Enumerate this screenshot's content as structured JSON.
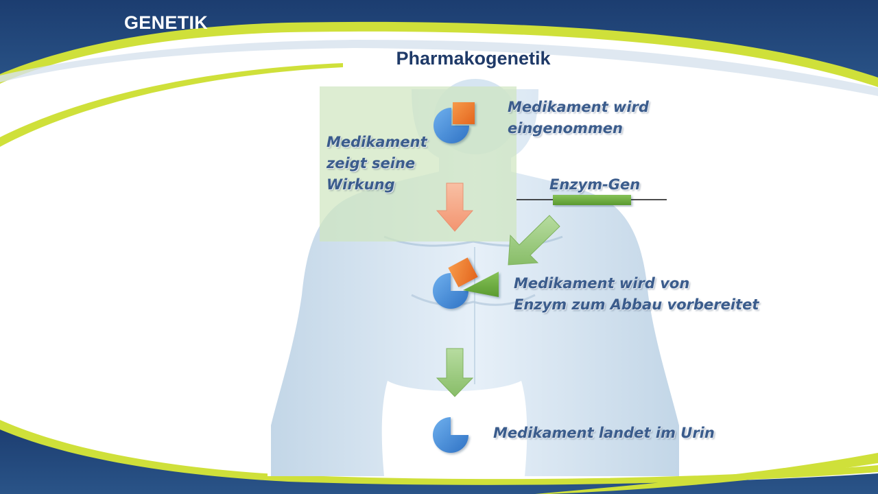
{
  "header": {
    "section_title": "GENETIK",
    "slide_title": "Pharmakogenetik"
  },
  "diagram": {
    "labels": {
      "intake": "Medikament wird\neingenommen",
      "effect": "Medikament\nzeigt seine\nWirkung",
      "enzyme_gene": "Enzym-Gen",
      "preparation": "Medikament wird von\nEnzym zum Abbau vorbereitet",
      "excretion": "Medikament landet im Urin"
    }
  },
  "colors": {
    "banner_navy": "#22467a",
    "banner_lime": "#cfe03a",
    "title_navy": "#1f3a68",
    "label_blue": "#3b5c8c",
    "drug_blue": "#4a8fd8",
    "drug_orange": "#f07a2c",
    "enzyme_green": "#6bab3c",
    "arrow_salmon": "#f5a98a",
    "arrow_green": "#9fcc82",
    "effect_zone": "#cfe6bf"
  },
  "icons": [
    "drug-capsule-icon",
    "drug-fragment-icon",
    "enzyme-wedge-icon",
    "enzyme-gene-bar-icon",
    "down-arrow-icon",
    "diagonal-arrow-icon",
    "body-silhouette-icon"
  ]
}
